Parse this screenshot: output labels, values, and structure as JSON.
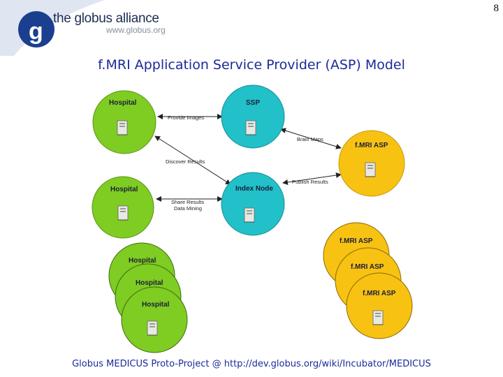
{
  "header": {
    "logo_text": "the globus alliance",
    "logo_url": "www.globus.org",
    "page_number": "8"
  },
  "title": "f.MRI Application Service Provider (ASP) Model",
  "footer": "Globus MEDICUS Proto-Project @ http://dev.globus.org/wiki/Incubator/MEDICUS",
  "colors": {
    "hospital_fill": "#7fcc22",
    "ssp_fill": "#22c0c8",
    "asp_fill": "#f7c212",
    "title_color": "#1a2a9a",
    "logo_blue": "#1b3f8f"
  },
  "nodes": {
    "hospital_1": "Hospital",
    "hospital_2": "Hospital",
    "hospital_stack_a": "Hospital",
    "hospital_stack_b": "Hospital",
    "hospital_stack_c": "Hospital",
    "ssp": "SSP",
    "index_node": "Index Node",
    "fmri_asp_main": "f.MRI ASP",
    "fmri_asp_stack_a": "f.MRI ASP",
    "fmri_asp_stack_b": "f.MRI ASP",
    "fmri_asp_stack_c": "f.MRI ASP"
  },
  "edges": {
    "provide_images": "Provide Images",
    "brain_maps": "Brain Maps",
    "discover_results": "Discover Results",
    "publish_results": "Publish Results",
    "share_results": "Share Results",
    "data_mining": "Data Mining"
  }
}
